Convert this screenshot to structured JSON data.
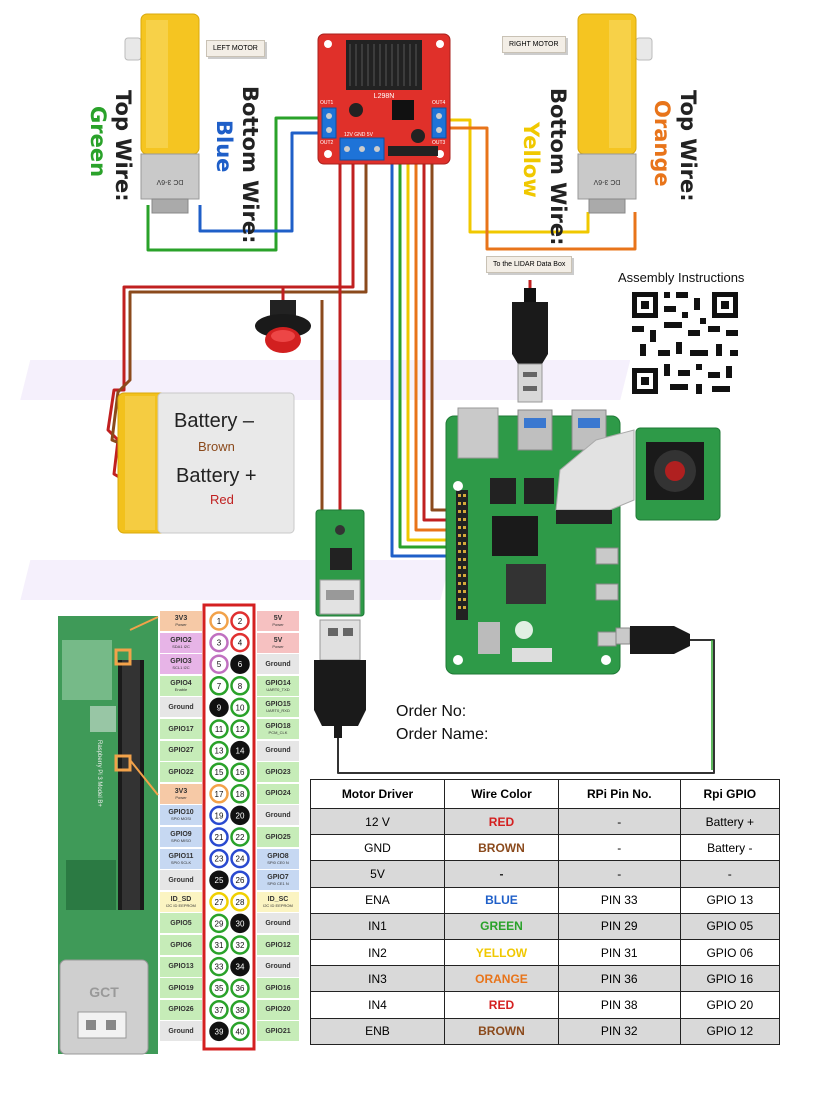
{
  "labels": {
    "left_motor": "LEFT MOTOR",
    "right_motor": "RIGHT MOTOR",
    "left_top_wire_title": "Top Wire:",
    "left_top_wire_color": "Green",
    "left_bottom_wire_title": "Bottom Wire:",
    "left_bottom_wire_color": "Blue",
    "right_bottom_wire_title": "Bottom Wire:",
    "right_bottom_wire_color": "Yellow",
    "right_top_wire_title": "Top Wire:",
    "right_top_wire_color": "Orange",
    "lidar": "To the LIDAR Data Box",
    "assembly": "Assembly Instructions",
    "battery_minus": "Battery –",
    "battery_minus_color": "Brown",
    "battery_plus": "Battery +",
    "battery_plus_color": "Red",
    "order_no": "Order No:",
    "order_name": "Order Name:",
    "driver_chip": "L298N",
    "out1": "OUT1",
    "out2": "OUT2",
    "out3": "OUT3",
    "out4": "OUT4",
    "power_terminal": "12V GND 5V",
    "motor_text": "DC 3-6V",
    "usb_brand": "GCT",
    "pi_model": "Raspberry Pi 3 Model B+"
  },
  "colors": {
    "green": "#2aa22a",
    "blue": "#1f5fc8",
    "yellow": "#f0d000",
    "orange": "#e8741a",
    "red": "#d42020",
    "brown": "#8b4a1c"
  },
  "pin_table": {
    "left": [
      {
        "name": "3V3",
        "sub": "Power",
        "bg": "#f6c9a6"
      },
      {
        "name": "GPIO2",
        "sub": "SDA1 I2C",
        "bg": "#e7b4e7"
      },
      {
        "name": "GPIO3",
        "sub": "SCL1 I2C",
        "bg": "#e7b4e7"
      },
      {
        "name": "GPIO4",
        "sub": "Enable",
        "bg": "#c6ecb8"
      },
      {
        "name": "Ground",
        "sub": "",
        "bg": "#e6e6e6"
      },
      {
        "name": "GPIO17",
        "sub": "",
        "bg": "#c6ecb8"
      },
      {
        "name": "GPIO27",
        "sub": "",
        "bg": "#c6ecb8"
      },
      {
        "name": "GPIO22",
        "sub": "",
        "bg": "#c6ecb8"
      },
      {
        "name": "3V3",
        "sub": "Power",
        "bg": "#f6c9a6"
      },
      {
        "name": "GPIO10",
        "sub": "SPI0 MOSI",
        "bg": "#c6d8f2"
      },
      {
        "name": "GPIO9",
        "sub": "SPI0 MISO",
        "bg": "#c6d8f2"
      },
      {
        "name": "GPIO11",
        "sub": "SPI0 SCLK",
        "bg": "#c6d8f2"
      },
      {
        "name": "Ground",
        "sub": "",
        "bg": "#e6e6e6"
      },
      {
        "name": "ID_SD",
        "sub": "I2C ID EEPROM",
        "bg": "#fbf4c2"
      },
      {
        "name": "GPIO5",
        "sub": "",
        "bg": "#c6ecb8"
      },
      {
        "name": "GPIO6",
        "sub": "",
        "bg": "#c6ecb8"
      },
      {
        "name": "GPIO13",
        "sub": "",
        "bg": "#c6ecb8"
      },
      {
        "name": "GPIO19",
        "sub": "",
        "bg": "#c6ecb8"
      },
      {
        "name": "GPIO26",
        "sub": "",
        "bg": "#c6ecb8"
      },
      {
        "name": "Ground",
        "sub": "",
        "bg": "#e6e6e6"
      }
    ],
    "right": [
      {
        "name": "5V",
        "sub": "Power",
        "bg": "#f6c1c1"
      },
      {
        "name": "5V",
        "sub": "Power",
        "bg": "#f6c1c1"
      },
      {
        "name": "Ground",
        "sub": "",
        "bg": "#e6e6e6"
      },
      {
        "name": "GPIO14",
        "sub": "UART0_TXD",
        "bg": "#c6ecb8"
      },
      {
        "name": "GPIO15",
        "sub": "UART0_RXD",
        "bg": "#c6ecb8"
      },
      {
        "name": "GPIO18",
        "sub": "PCM_CLK",
        "bg": "#c6ecb8"
      },
      {
        "name": "Ground",
        "sub": "",
        "bg": "#e6e6e6"
      },
      {
        "name": "GPIO23",
        "sub": "",
        "bg": "#c6ecb8"
      },
      {
        "name": "GPIO24",
        "sub": "",
        "bg": "#c6ecb8"
      },
      {
        "name": "Ground",
        "sub": "",
        "bg": "#e6e6e6"
      },
      {
        "name": "GPIO25",
        "sub": "",
        "bg": "#c6ecb8"
      },
      {
        "name": "GPIO8",
        "sub": "SPI0 CE0 N",
        "bg": "#c6d8f2"
      },
      {
        "name": "GPIO7",
        "sub": "SPI0 CE1 N",
        "bg": "#c6d8f2"
      },
      {
        "name": "ID_SC",
        "sub": "I2C ID EEPROM",
        "bg": "#fbf4c2"
      },
      {
        "name": "Ground",
        "sub": "",
        "bg": "#e6e6e6"
      },
      {
        "name": "GPIO12",
        "sub": "",
        "bg": "#c6ecb8"
      },
      {
        "name": "Ground",
        "sub": "",
        "bg": "#e6e6e6"
      },
      {
        "name": "GPIO16",
        "sub": "",
        "bg": "#c6ecb8"
      },
      {
        "name": "GPIO20",
        "sub": "",
        "bg": "#c6ecb8"
      },
      {
        "name": "GPIO21",
        "sub": "",
        "bg": "#c6ecb8"
      }
    ],
    "odd_pins": [
      "1",
      "3",
      "5",
      "7",
      "9",
      "11",
      "13",
      "15",
      "17",
      "19",
      "21",
      "23",
      "25",
      "27",
      "29",
      "31",
      "33",
      "35",
      "37",
      "39"
    ],
    "even_pins": [
      "2",
      "4",
      "6",
      "8",
      "10",
      "12",
      "14",
      "16",
      "18",
      "20",
      "22",
      "24",
      "26",
      "28",
      "30",
      "32",
      "34",
      "36",
      "38",
      "40"
    ],
    "odd_ring": [
      "#f2a24a",
      "#c070c0",
      "#c070c0",
      "#2aa22a",
      "#111111",
      "#2aa22a",
      "#2aa22a",
      "#2aa22a",
      "#f2a24a",
      "#2a4ad0",
      "#2a4ad0",
      "#2a4ad0",
      "#111111",
      "#f0d000",
      "#2aa22a",
      "#2aa22a",
      "#2aa22a",
      "#2aa22a",
      "#2aa22a",
      "#111111"
    ],
    "even_ring": [
      "#e03030",
      "#e03030",
      "#111111",
      "#2aa22a",
      "#2aa22a",
      "#2aa22a",
      "#111111",
      "#2aa22a",
      "#2aa22a",
      "#111111",
      "#2aa22a",
      "#2a4ad0",
      "#2a4ad0",
      "#f0d000",
      "#111111",
      "#2aa22a",
      "#111111",
      "#2aa22a",
      "#2aa22a",
      "#2aa22a"
    ],
    "odd_filled": [
      false,
      false,
      false,
      false,
      true,
      false,
      false,
      false,
      false,
      false,
      false,
      false,
      true,
      false,
      false,
      false,
      false,
      false,
      false,
      true
    ],
    "even_filled": [
      false,
      false,
      true,
      false,
      false,
      false,
      true,
      false,
      false,
      true,
      false,
      false,
      false,
      false,
      true,
      false,
      true,
      false,
      false,
      false
    ]
  },
  "table": {
    "headers": [
      "Motor Driver",
      "Wire Color",
      "RPi Pin No.",
      "Rpi GPIO"
    ],
    "rows": [
      {
        "driver": "12 V",
        "color": "RED",
        "color_hex": "#d42020",
        "pin": "-",
        "gpio": "Battery +"
      },
      {
        "driver": "GND",
        "color": "BROWN",
        "color_hex": "#8b4a1c",
        "pin": "-",
        "gpio": "Battery -"
      },
      {
        "driver": "5V",
        "color": "-",
        "color_hex": "#222222",
        "pin": "-",
        "gpio": "-"
      },
      {
        "driver": "ENA",
        "color": "BLUE",
        "color_hex": "#1f5fc8",
        "pin": "PIN 33",
        "gpio": "GPIO 13"
      },
      {
        "driver": "IN1",
        "color": "GREEN",
        "color_hex": "#2aa22a",
        "pin": "PIN 29",
        "gpio": "GPIO 05"
      },
      {
        "driver": "IN2",
        "color": "YELLOW",
        "color_hex": "#f0c800",
        "pin": "PIN 31",
        "gpio": "GPIO 06"
      },
      {
        "driver": "IN3",
        "color": "ORANGE",
        "color_hex": "#e8741a",
        "pin": "PIN 36",
        "gpio": "GPIO 16"
      },
      {
        "driver": "IN4",
        "color": "RED",
        "color_hex": "#d42020",
        "pin": "PIN 38",
        "gpio": "GPIO 20"
      },
      {
        "driver": "ENB",
        "color": "BROWN",
        "color_hex": "#8b4a1c",
        "pin": "PIN 32",
        "gpio": "GPIO 12"
      }
    ]
  }
}
